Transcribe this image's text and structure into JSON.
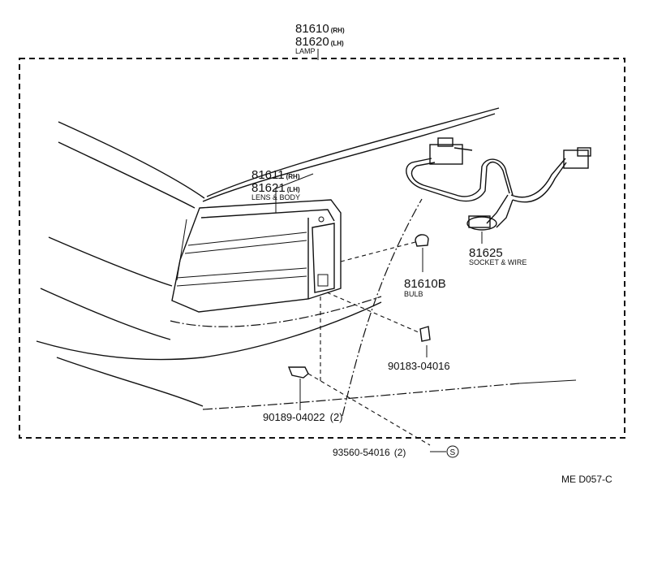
{
  "assembly": {
    "part_rh": "81610",
    "suffix_rh": "(RH)",
    "part_lh": "81620",
    "suffix_lh": "(LH)",
    "name": "LAMP"
  },
  "lens_body": {
    "part_rh": "81611",
    "suffix_rh": "(RH)",
    "part_lh": "81621",
    "suffix_lh": "(LH)",
    "name": "LENS & BODY"
  },
  "socket_wire": {
    "part": "81625",
    "name": "SOCKET & WIRE"
  },
  "bulb": {
    "part": "81610B",
    "name": "BULB"
  },
  "screw_right": {
    "part": "90183-04016"
  },
  "clip_bottom": {
    "part": "90189-04022",
    "qty": "(2)"
  },
  "screw_std": {
    "part": "93560-54016",
    "qty": "(2)",
    "symbol": "S"
  },
  "drawing_code": "ME D057-C"
}
